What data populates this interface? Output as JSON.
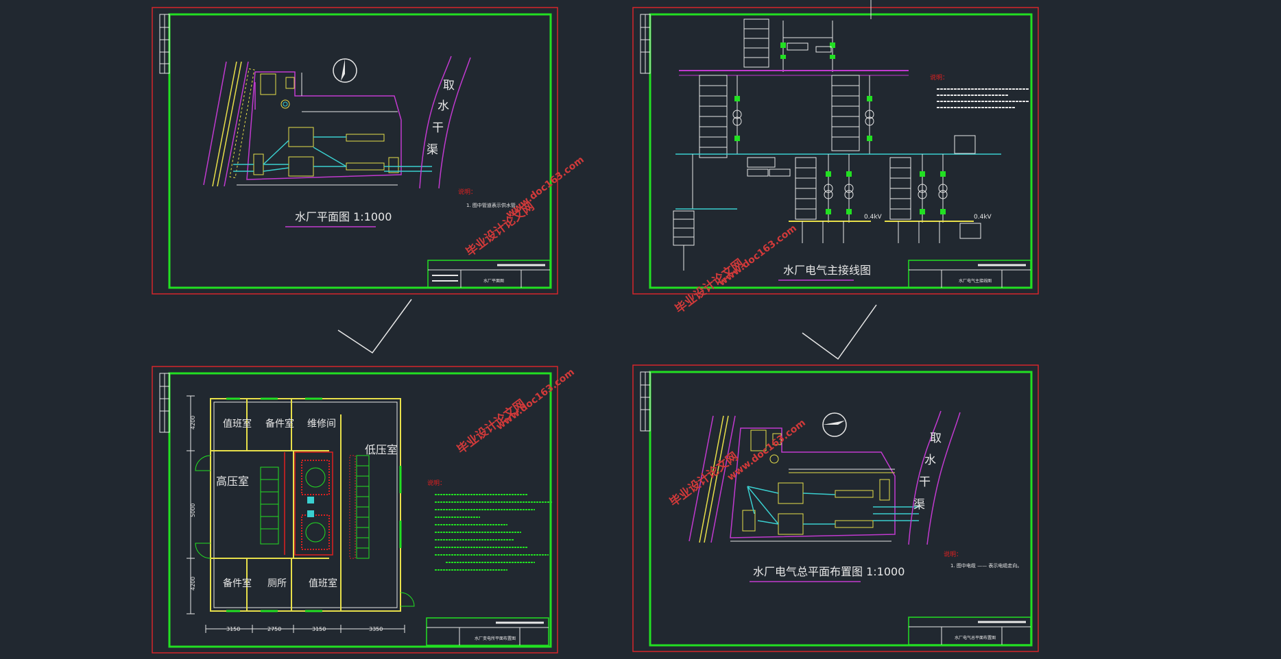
{
  "colors": {
    "background": "#212830",
    "outer_frame": "#d6252a",
    "inner_frame": "#22e022",
    "line_white": "#e8e8e8",
    "line_yellow": "#e8e04a",
    "line_magenta": "#c23ad0",
    "line_cyan": "#3ad0d0",
    "label_red": "#e02020",
    "watermark": "#d23a3a"
  },
  "watermark": {
    "cn": "毕业设计论文网",
    "url": "www.doc163.com"
  },
  "sheets": {
    "plant_plan": {
      "title": "水厂平面图 1:1000",
      "canal_chars": [
        "取",
        "水",
        "干",
        "渠"
      ],
      "notes_label": "说明：",
      "note_1": "1. 图中管道表示供水管。",
      "title_block": "水厂平面图"
    },
    "main_wiring": {
      "title": "水厂电气主接线图",
      "notes_label": "说明：",
      "bus_voltage_left": "0.4kV",
      "bus_voltage_right": "0.4kV",
      "title_block": "水厂电气主接线图"
    },
    "substation_layout": {
      "rooms": [
        "值班室",
        "备件室",
        "维修间",
        "低压室",
        "高压室",
        "备件室",
        "厕所",
        "值班室"
      ],
      "dim_bottom": [
        "3150",
        "2750",
        "3150",
        "3350"
      ],
      "dim_left": [
        "4200",
        "5000",
        "4200"
      ],
      "notes_label": "说明：",
      "title_block": "水厂变电所平面布置图"
    },
    "electrical_layout": {
      "title": "水厂电气总平面布置图 1:1000",
      "canal_chars": [
        "取",
        "水",
        "干",
        "渠"
      ],
      "notes_label": "说明：",
      "note_1": "1. 图中电缆 —— 表示电缆走向。",
      "title_block": "水厂电气总平面布置图"
    }
  }
}
